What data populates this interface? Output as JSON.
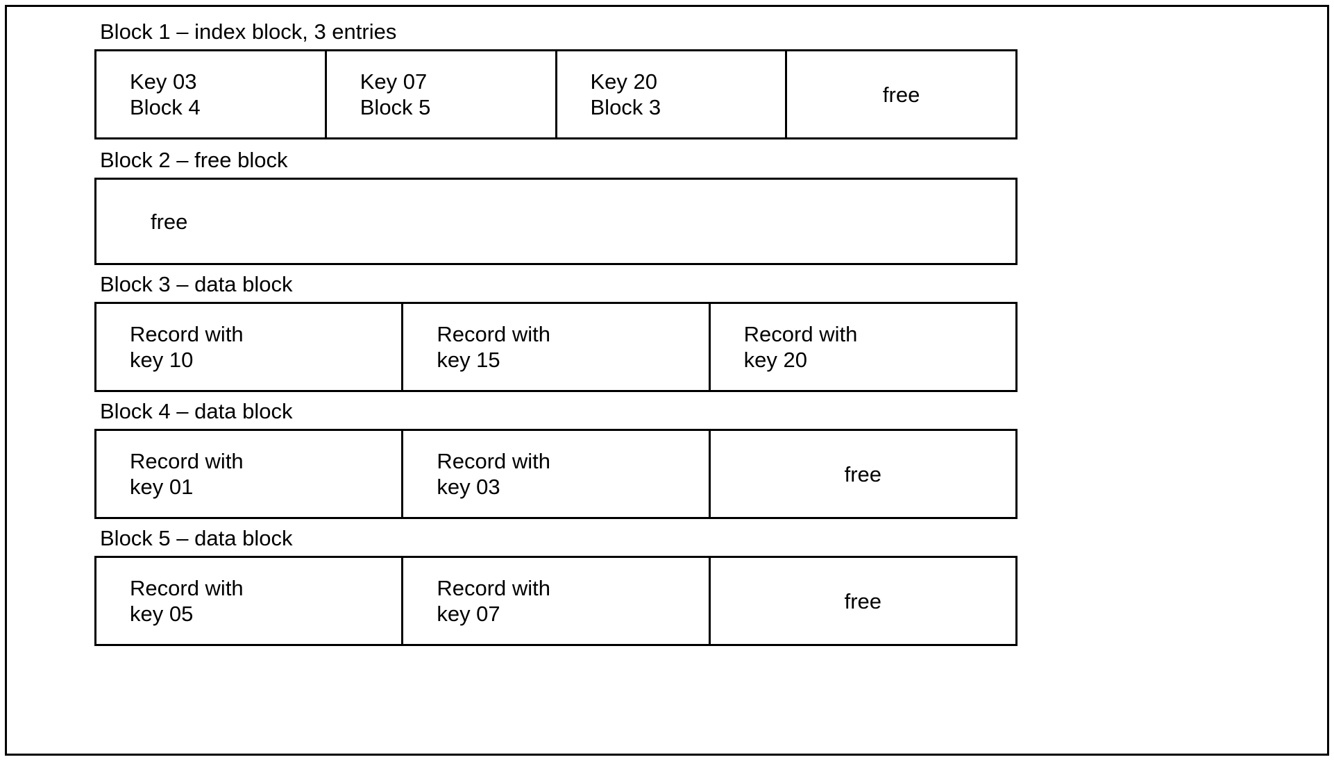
{
  "figure": {
    "border_color": "#000000",
    "background_color": "#ffffff",
    "text_color": "#000000"
  },
  "blocks": [
    {
      "label": "Block 1 – index block, 3 entries",
      "kind": "index",
      "cells": [
        {
          "text": "Key 03\nBlock 4",
          "align": "left"
        },
        {
          "text": "Key 07\nBlock 5",
          "align": "left"
        },
        {
          "text": "Key 20\nBlock 3",
          "align": "left"
        },
        {
          "text": "free",
          "align": "center"
        }
      ]
    },
    {
      "label": "Block 2 – free block",
      "kind": "free",
      "cells": [
        {
          "text": "free",
          "align": "indent"
        }
      ]
    },
    {
      "label": "Block 3 – data block",
      "kind": "data",
      "cells": [
        {
          "text": "Record with\nkey 10",
          "align": "left"
        },
        {
          "text": "Record with\nkey 15",
          "align": "left"
        },
        {
          "text": "Record with\nkey 20",
          "align": "left"
        }
      ]
    },
    {
      "label": "Block 4 – data block",
      "kind": "data",
      "cells": [
        {
          "text": "Record with\nkey 01",
          "align": "left"
        },
        {
          "text": "Record with\nkey 03",
          "align": "left"
        },
        {
          "text": "free",
          "align": "center"
        }
      ]
    },
    {
      "label": "Block 5 – data block",
      "kind": "data",
      "cells": [
        {
          "text": "Record with\nkey 05",
          "align": "left"
        },
        {
          "text": "Record with\nkey 07",
          "align": "left"
        },
        {
          "text": "free",
          "align": "center"
        }
      ]
    }
  ]
}
